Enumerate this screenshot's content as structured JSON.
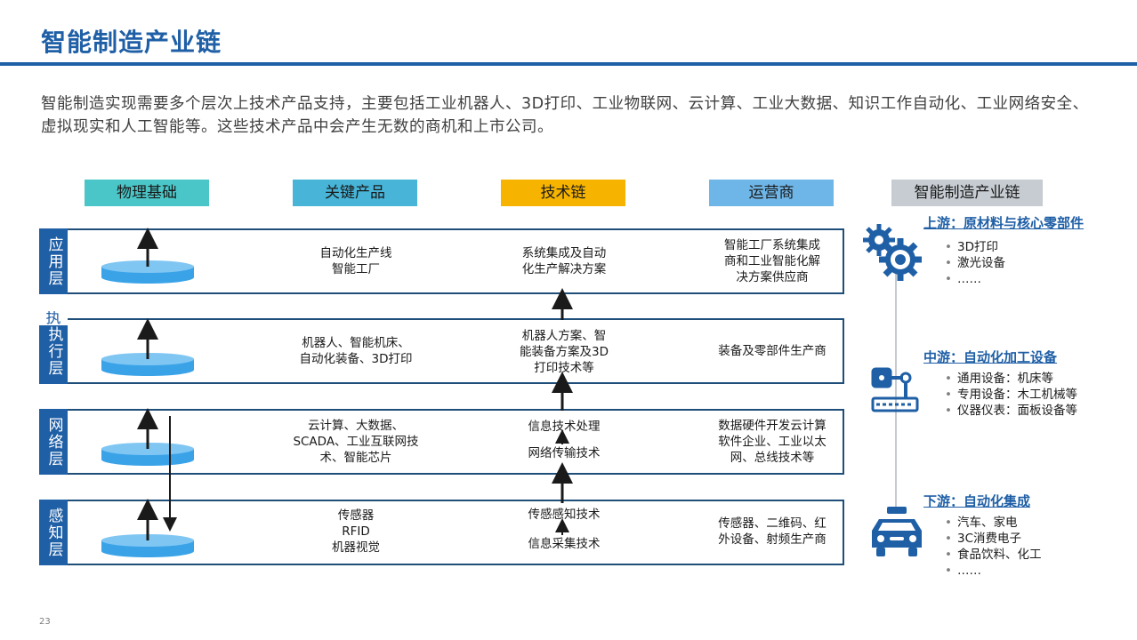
{
  "title": "智能制造产业链",
  "intro": "智能制造实现需要多个层次上技术产品支持，主要包括工业机器人、3D打印、工业物联网、云计算、工业大数据、知识工作自动化、工业网络安全、虚拟现实和人工智能等。这些技术产品中会产生无数的商机和上市公司。",
  "columns": {
    "physical": {
      "label": "物理基础",
      "color": "#4bc6c8"
    },
    "product": {
      "label": "关键产品",
      "color": "#47b4d8"
    },
    "tech": {
      "label": "技术链",
      "color": "#f6b400"
    },
    "operator": {
      "label": "运营商",
      "color": "#6fb6e8"
    },
    "chain": {
      "label": "智能制造产业链",
      "color": "#c6ccd2"
    }
  },
  "layers": [
    {
      "label": "应用层",
      "product": "自动化生产线\n智能工厂",
      "tech": "系统集成及自动\n化生产解决方案",
      "operator": "智能工厂系统集成\n商和工业智能化解\n决方案供应商"
    },
    {
      "label": "执行层",
      "label_overlap": "执",
      "product": "机器人、智能机床、\n自动化装备、3D打印",
      "tech": "机器人方案、智\n能装备方案及3D\n打印技术等",
      "operator": "装备及零部件生产商"
    },
    {
      "label": "网络层",
      "product": "云计算、大数据、\nSCADA、工业互联网技\n术、智能芯片",
      "tech_top": "信息技术处理",
      "tech_bottom": "网络传输技术",
      "operator": "数据硬件开发云计算\n软件企业、工业以太\n网、总线技术等"
    },
    {
      "label": "感知层",
      "product": "传感器\nRFID\n机器视觉",
      "tech_top": "传感感知技术",
      "tech_bottom": "信息采集技术",
      "operator": "传感器、二维码、红\n外设备、射频生产商"
    }
  ],
  "chain": {
    "upstream": {
      "title": "上游：原材料与核心零部件",
      "icon": "gears-icon",
      "items": [
        "3D打印",
        "激光设备",
        "……"
      ]
    },
    "midstream": {
      "title": "中游：自动化加工设备",
      "icon": "robot-arm-icon",
      "items": [
        "通用设备：机床等",
        "专用设备：木工机械等",
        "仪器仪表：面板设备等"
      ]
    },
    "downstream": {
      "title": "下游：自动化集成",
      "icon": "car-icon",
      "items": [
        "汽车、家电",
        "3C消费电子",
        "食品饮料、化工",
        "……"
      ]
    }
  },
  "colors": {
    "primary": "#1f5fa6",
    "disk": "#3aa3e8",
    "border": "#1f4e79"
  },
  "page_number": "23"
}
